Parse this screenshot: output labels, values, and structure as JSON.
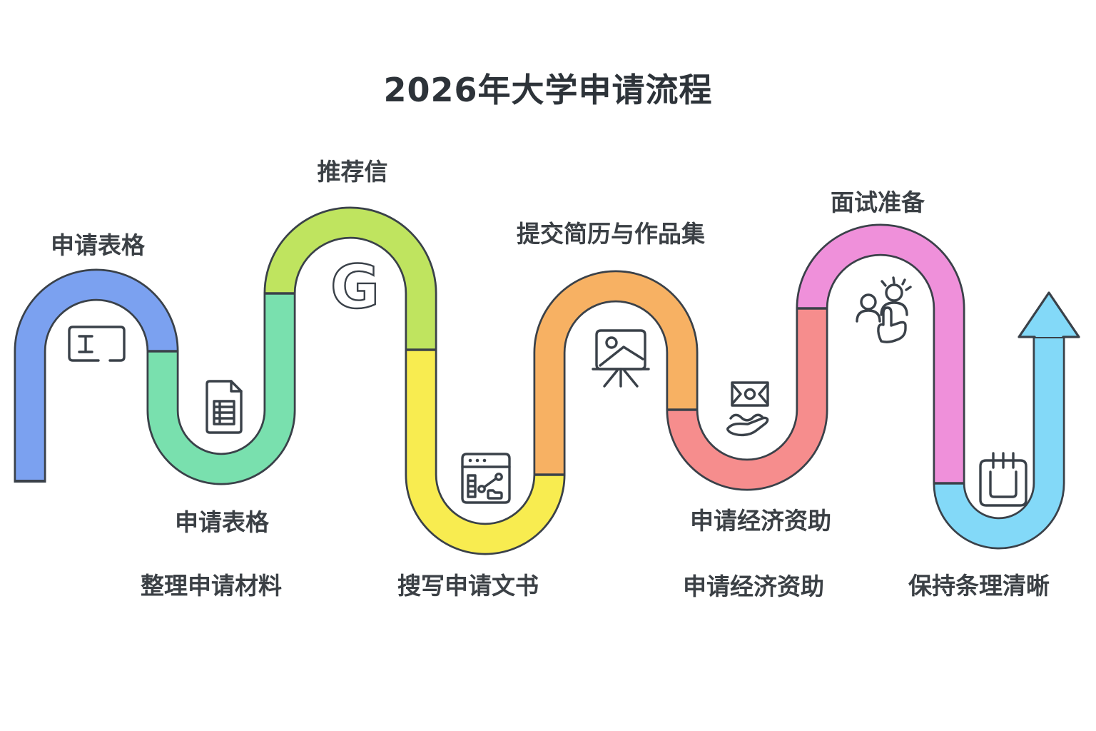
{
  "title": "2026年大学申请流程",
  "colors": {
    "outline": "#3a4149",
    "text": "#3b4045",
    "background": "#ffffff"
  },
  "path_segments": [
    {
      "name": "step-1-blue",
      "color": "#7ba1f0"
    },
    {
      "name": "step-2-green",
      "color": "#79e0ae"
    },
    {
      "name": "step-3-lime",
      "color": "#bfe45f"
    },
    {
      "name": "step-4-yellow",
      "color": "#f8ec50"
    },
    {
      "name": "step-5-orange",
      "color": "#f7b163"
    },
    {
      "name": "step-6-red",
      "color": "#f68d8d"
    },
    {
      "name": "step-7-pink",
      "color": "#ef90da"
    },
    {
      "name": "step-8-cyan",
      "color": "#83d9f8"
    }
  ],
  "arrow": {
    "color": "#83d9f8",
    "direction": "up"
  },
  "icons": [
    "text-input-icon",
    "document-table-icon",
    "letter-g-icon",
    "browser-chart-icon",
    "easel-picture-icon",
    "money-hand-icon",
    "interview-people-icon",
    "calendar-icon"
  ],
  "labels": [
    {
      "id": "application-form-top",
      "text": "申请表格"
    },
    {
      "id": "recommendation-letter",
      "text": "推荐信"
    },
    {
      "id": "resume-portfolio",
      "text": "提交简历与作品集"
    },
    {
      "id": "interview-prep",
      "text": "面试准备"
    },
    {
      "id": "application-form-bottom",
      "text": "申请表格"
    },
    {
      "id": "organize-materials",
      "text": "整理申请材料"
    },
    {
      "id": "write-essays",
      "text": "搜写申请文书"
    },
    {
      "id": "financial-aid-upper",
      "text": "申请经济资助"
    },
    {
      "id": "financial-aid-lower",
      "text": "申请经济资助"
    },
    {
      "id": "stay-organized",
      "text": "保持条理清晰"
    }
  ]
}
